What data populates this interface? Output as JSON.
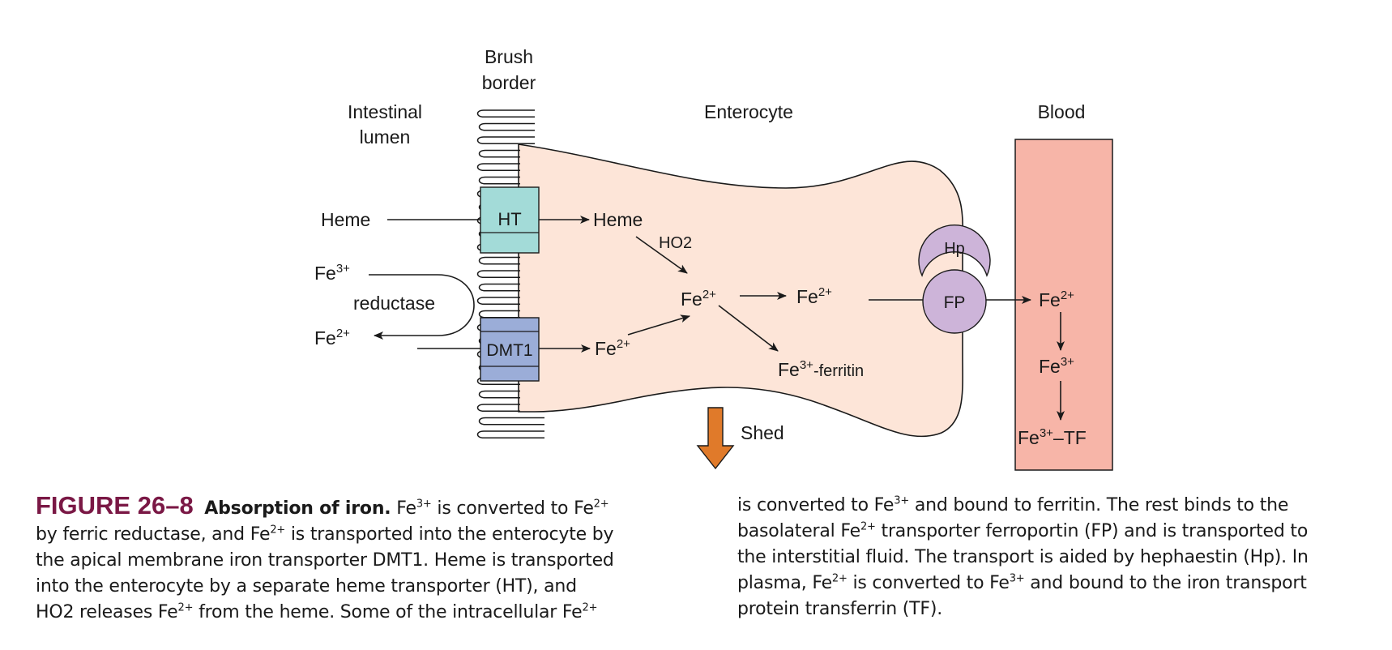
{
  "labels": {
    "brush_border": [
      "Brush",
      "border"
    ],
    "intestinal_lumen": [
      "Intestinal",
      "lumen"
    ],
    "enterocyte": "Enterocyte",
    "blood": "Blood",
    "heme_lumen": "Heme",
    "ht": "HT",
    "heme_cell": "Heme",
    "ho2": "HO2",
    "fe3_lumen": "Fe",
    "fe3_lumen_sup": "3+",
    "reductase": "reductase",
    "fe2_lumen": "Fe",
    "fe2_lumen_sup": "2+",
    "dmt1": "DMT1",
    "fe2_after_dmt1": "Fe",
    "fe2_after_dmt1_sup": "2+",
    "fe2_center": "Fe",
    "fe2_center_sup": "2+",
    "fe2_right": "Fe",
    "fe2_right_sup": "2+",
    "ferritin_fe": "Fe",
    "ferritin_sup": "3+",
    "ferritin_text": "-ferritin",
    "hp": "Hp",
    "fp": "FP",
    "blood_fe2": "Fe",
    "blood_fe2_sup": "2+",
    "blood_fe3": "Fe",
    "blood_fe3_sup": "3+",
    "blood_tf_fe": "Fe",
    "blood_tf_sup": "3+",
    "blood_tf_text": "–TF",
    "shed": "Shed"
  },
  "colors": {
    "cell_fill": "#fde5d8",
    "blood_fill": "#f7b5a8",
    "ht_fill": "#a3dbd8",
    "dmt1_fill": "#9badd8",
    "hp_fp_fill": "#cdb4d9",
    "shed_arrow": "#e07a2a",
    "figure_number": "#7a1845"
  },
  "caption": {
    "figure_number": "FIGURE 26–8",
    "title": "Absorption of iron.",
    "left_lines": [
      [
        " Fe",
        "3+",
        " is converted to Fe",
        "2+"
      ],
      [
        "by ferric reductase, and Fe",
        "2+",
        " is transported into the enterocyte by"
      ],
      [
        "the apical membrane iron transporter DMT1. Heme is transported"
      ],
      [
        "into the enterocyte by a separate heme transporter (HT), and"
      ],
      [
        "HO2 releases Fe",
        "2+",
        " from the heme. Some of the intracellular Fe",
        "2+"
      ]
    ],
    "right_lines": [
      [
        "is converted to Fe",
        "3+",
        " and bound to ferritin. The rest binds to the"
      ],
      [
        "basolateral Fe",
        "2+",
        " transporter ferroportin (FP) and is transported to"
      ],
      [
        "the interstitial fluid. The transport is aided by hephaestin (Hp). In"
      ],
      [
        "plasma, Fe",
        "2+",
        " is converted to Fe",
        "3+",
        " and bound to the iron transport"
      ],
      [
        "protein transferrin (TF)."
      ]
    ]
  }
}
